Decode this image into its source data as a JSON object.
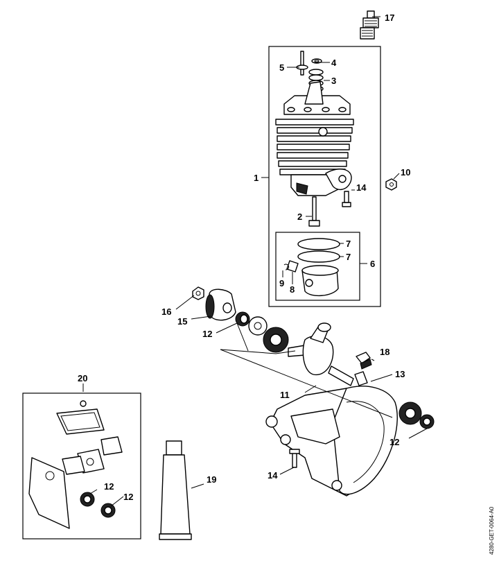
{
  "callouts": {
    "c1": "1",
    "c2": "2",
    "c3": "3",
    "c4": "4",
    "c5": "5",
    "c6": "6",
    "c7a": "7",
    "c7b": "7",
    "c8": "8",
    "c9": "9",
    "c10": "10",
    "c11": "11",
    "c12a": "12",
    "c12b": "12",
    "c12c": "12",
    "c12d": "12",
    "c13": "13",
    "c14a": "14",
    "c14b": "14",
    "c15": "15",
    "c16": "16",
    "c17": "17",
    "c18": "18",
    "c19": "19",
    "c20": "20"
  },
  "drawing_reference": "4280-GET-0064-A0"
}
